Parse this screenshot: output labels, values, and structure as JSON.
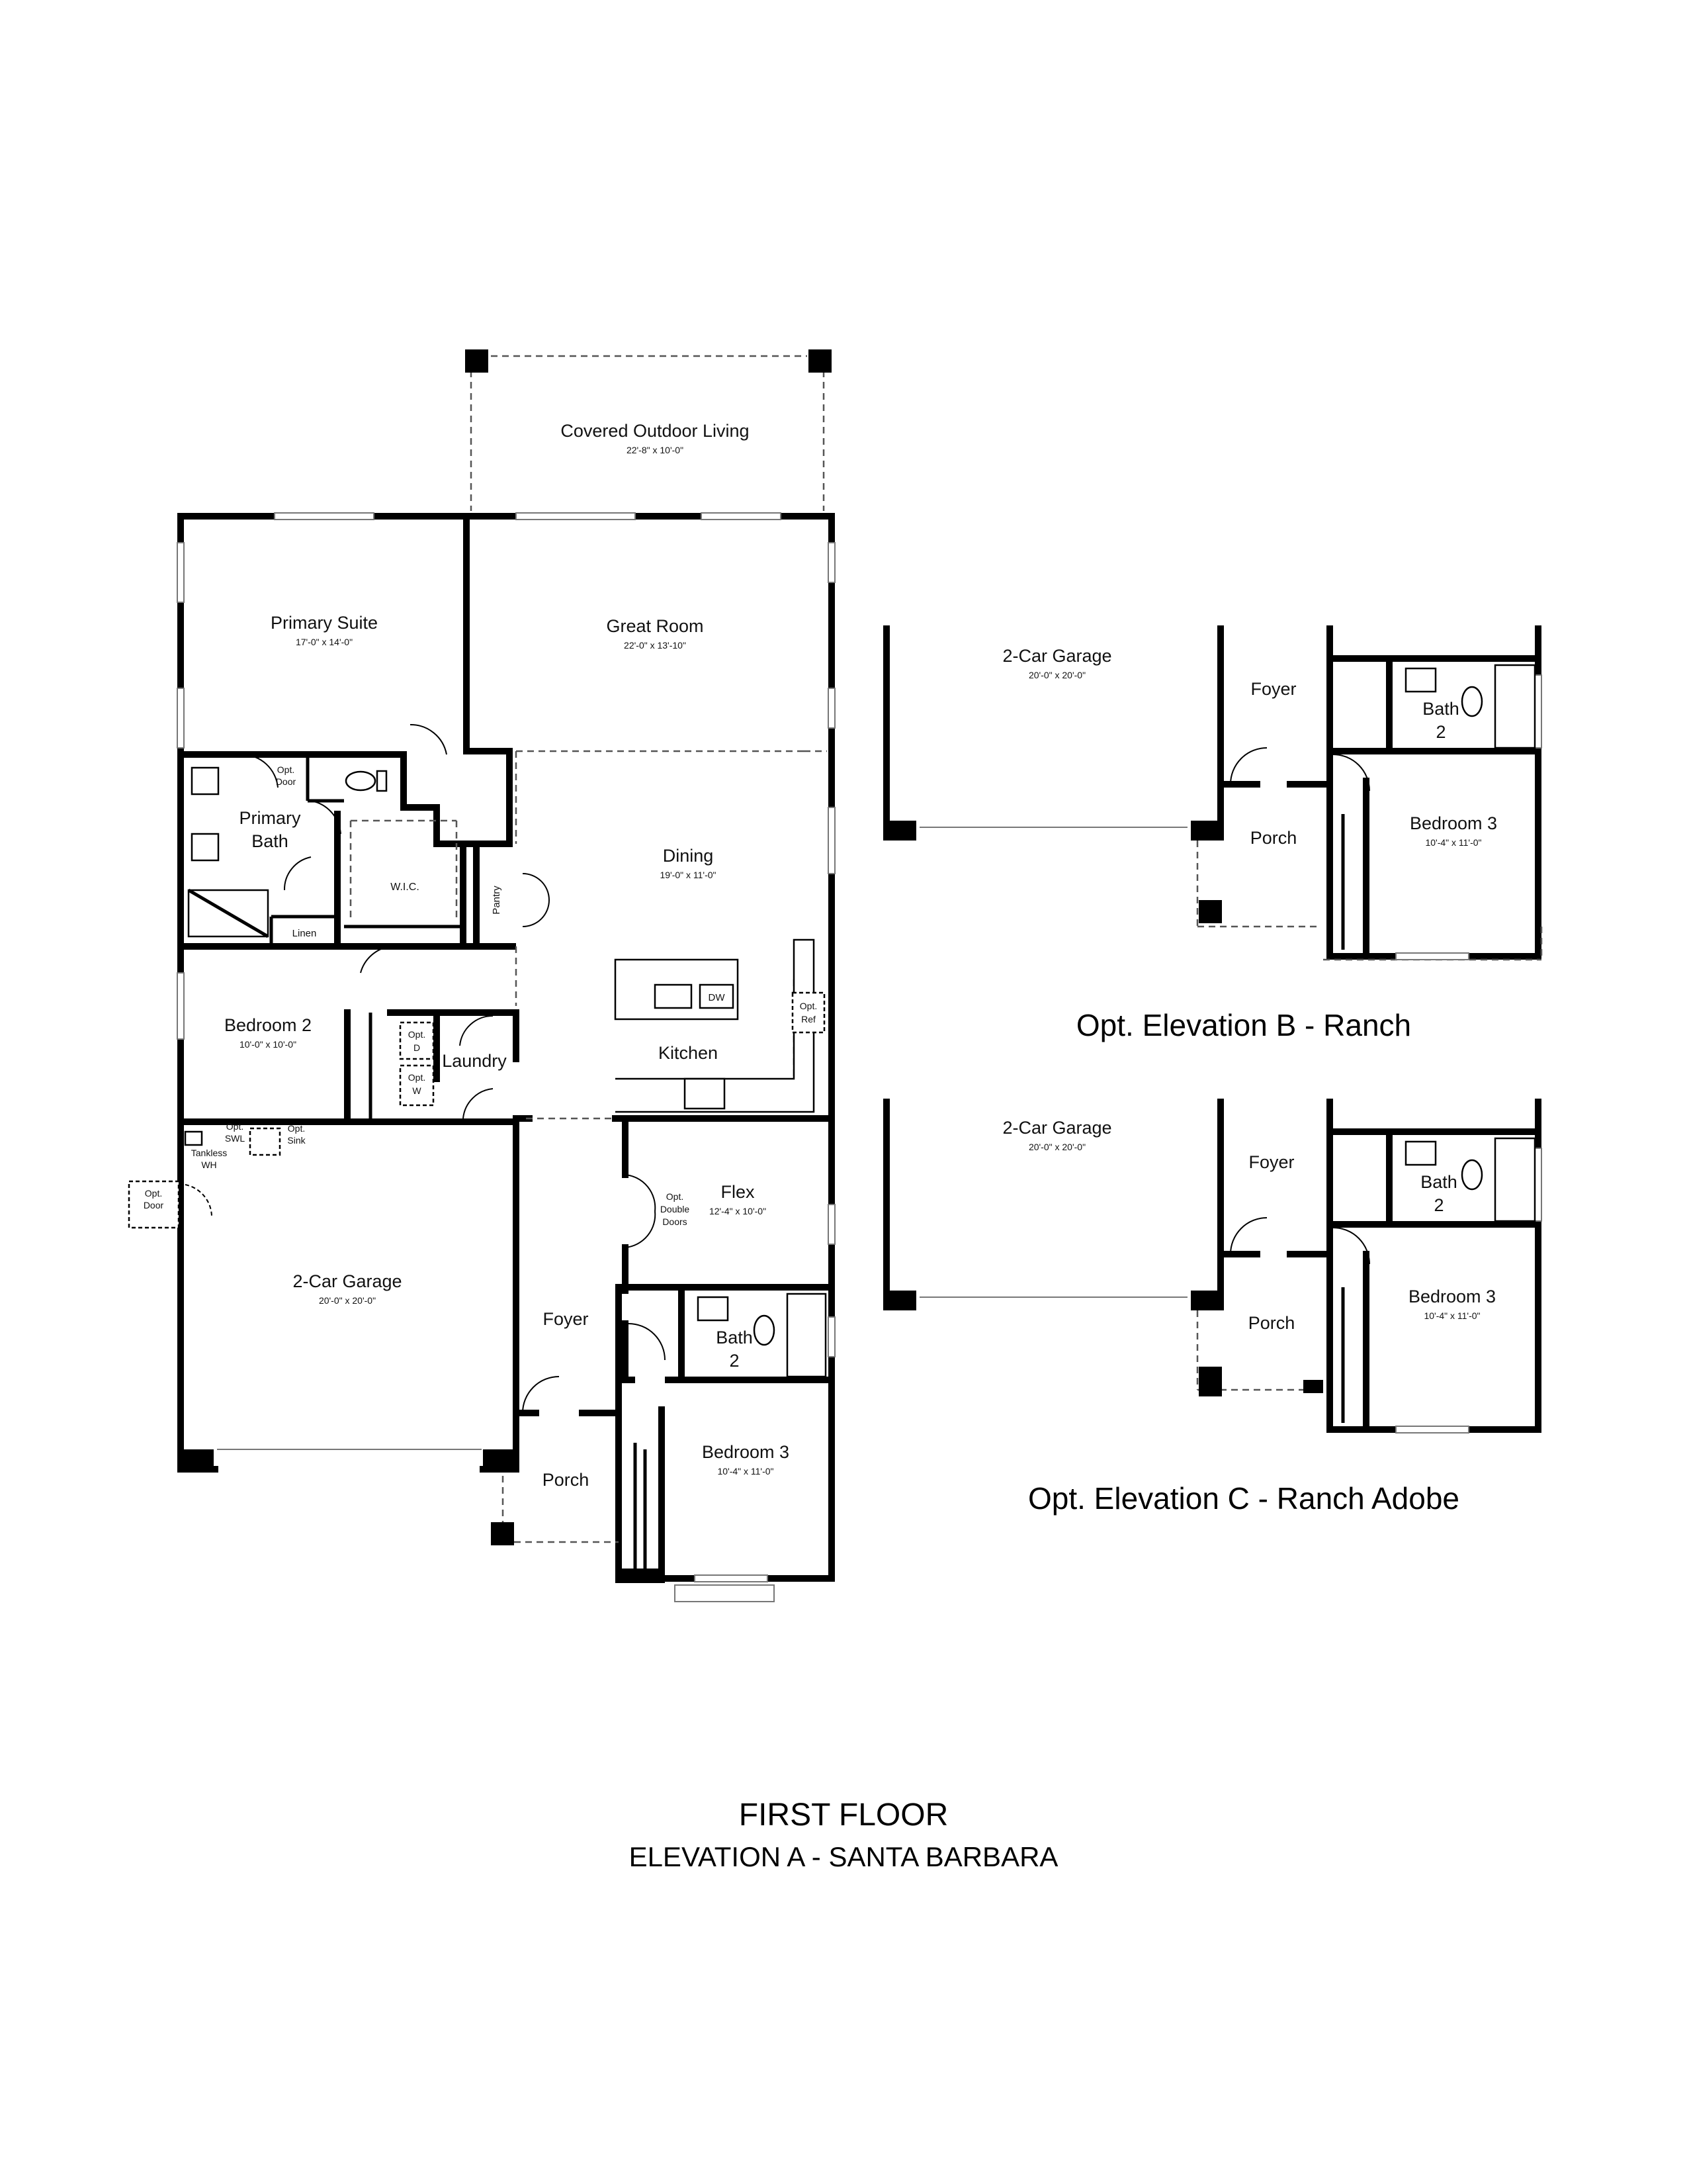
{
  "plan": {
    "title": "FIRST FLOOR",
    "subtitle": "ELEVATION A - SANTA BARBARA",
    "rooms": {
      "covered_outdoor": {
        "name": "Covered Outdoor Living",
        "dim": "22'-8\" x 10'-0\""
      },
      "primary_suite": {
        "name": "Primary Suite",
        "dim": "17'-0\" x 14'-0\""
      },
      "great_room": {
        "name": "Great Room",
        "dim": "22'-0\" x 13'-10\""
      },
      "dining": {
        "name": "Dining",
        "dim": "19'-0\" x 11'-0\""
      },
      "kitchen": {
        "name": "Kitchen"
      },
      "primary_bath": {
        "name_line1": "Primary",
        "name_line2": "Bath"
      },
      "wic": {
        "name": "W.I.C."
      },
      "pantry": {
        "name": "Pantry"
      },
      "linen": {
        "name": "Linen"
      },
      "bedroom2": {
        "name": "Bedroom 2",
        "dim": "10'-0\" x 10'-0\""
      },
      "laundry": {
        "name": "Laundry"
      },
      "garage": {
        "name": "2-Car Garage",
        "dim": "20'-0\" x 20'-0\""
      },
      "foyer": {
        "name": "Foyer"
      },
      "flex": {
        "name": "Flex",
        "dim": "12'-4\" x 10'-0\""
      },
      "bath2": {
        "name_line1": "Bath",
        "name_line2": "2"
      },
      "bedroom3": {
        "name": "Bedroom 3",
        "dim": "10'-4\" x 11'-0\""
      },
      "porch": {
        "name": "Porch"
      }
    },
    "notes": {
      "opt_door_bath_1": "Opt.",
      "opt_door_bath_2": "Door",
      "opt_door_garage_1": "Opt.",
      "opt_door_garage_2": "Door",
      "opt_d_1": "Opt.",
      "opt_d_2": "D",
      "opt_w_1": "Opt.",
      "opt_w_2": "W",
      "opt_swl_1": "Opt.",
      "opt_swl_2": "SWL",
      "opt_sink_1": "Opt.",
      "opt_sink_2": "Sink",
      "tankless_1": "Tankless",
      "tankless_2": "WH",
      "opt_ref_1": "Opt.",
      "opt_ref_2": "Ref",
      "dw": "DW",
      "opt_double_1": "Opt.",
      "opt_double_2": "Double",
      "opt_double_3": "Doors"
    }
  },
  "elevation_b": {
    "label": "Opt. Elevation B - Ranch",
    "garage": {
      "name": "2-Car Garage",
      "dim": "20'-0\" x 20'-0\""
    },
    "foyer": "Foyer",
    "porch": "Porch",
    "bath_line1": "Bath",
    "bath_line2": "2",
    "bedroom": {
      "name": "Bedroom 3",
      "dim": "10'-4\" x 11'-0\""
    }
  },
  "elevation_c": {
    "label": "Opt. Elevation C - Ranch Adobe",
    "garage": {
      "name": "2-Car Garage",
      "dim": "20'-0\" x 20'-0\""
    },
    "foyer": "Foyer",
    "porch": "Porch",
    "bath_line1": "Bath",
    "bath_line2": "2",
    "bedroom": {
      "name": "Bedroom 3",
      "dim": "10'-4\" x 11'-0\""
    }
  }
}
